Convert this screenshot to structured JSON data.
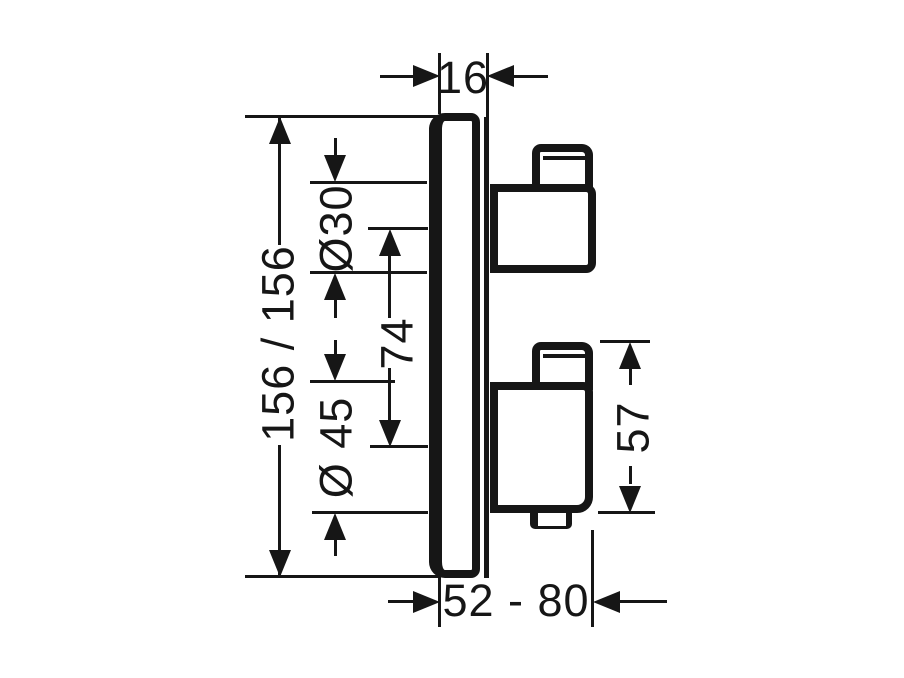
{
  "drawing": {
    "labels": {
      "plate_depth": "16",
      "plate_size": "156 / 156",
      "top_handle_diameter": "Ø30",
      "handle_spacing": "74",
      "bottom_handle_diameter": "Ø 45",
      "handle_height": "57",
      "installation_depth_range": "52 - 80"
    },
    "colors": {
      "line": "#161616",
      "background": "#ffffff"
    }
  }
}
